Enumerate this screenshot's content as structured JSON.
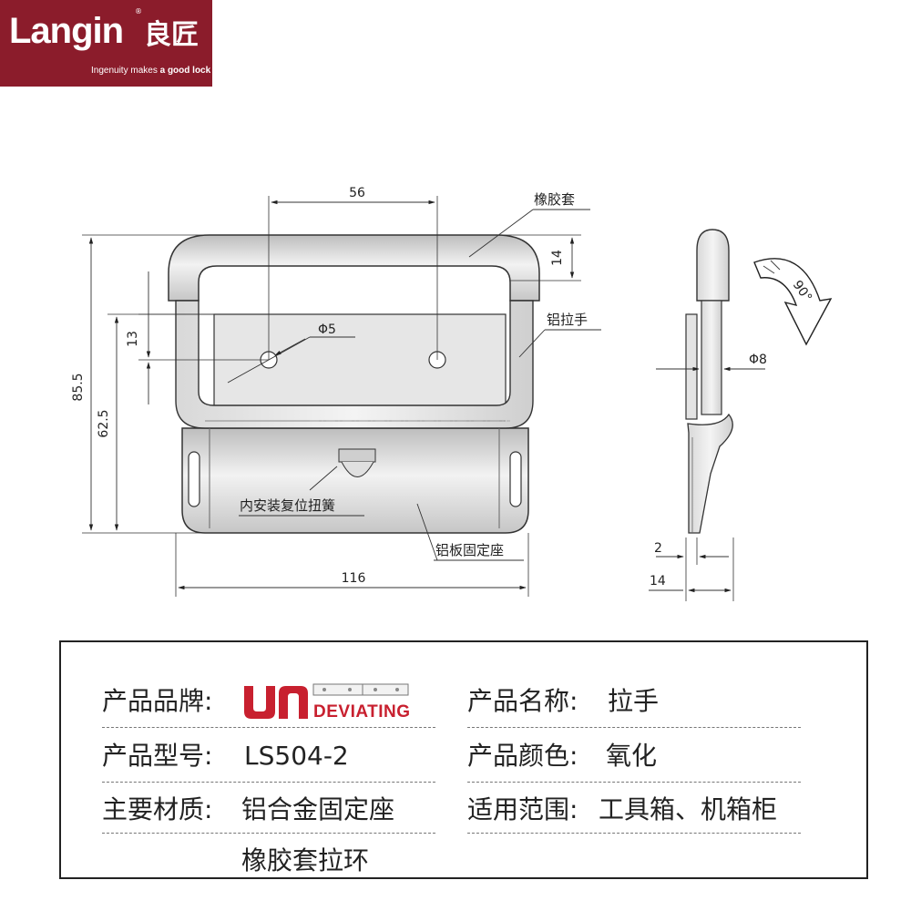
{
  "logo": {
    "brand": "Langin",
    "brand_cn": "良匠",
    "reg_mark": "®",
    "tagline_pre": "Ingenuity makes ",
    "tagline_bold": "a good lock"
  },
  "drawing": {
    "dim_56": "56",
    "dim_14_top": "14",
    "dim_13": "13",
    "dim_phi5": "Φ5",
    "dim_85_5": "85.5",
    "dim_62_5": "62.5",
    "dim_116": "116",
    "dim_phi8": "Φ8",
    "dim_2": "2",
    "dim_14_side": "14",
    "dim_90": "90°",
    "label_rubber": "橡胶套",
    "label_handle": "铝拉手",
    "label_spring": "内安装复位扭簧",
    "label_base": "铝板固定座"
  },
  "specs": {
    "brand_label": "产品品牌:",
    "brand_value": "DEVIATING",
    "model_label": "产品型号:",
    "model_value": "LS504-2",
    "material_label": "主要材质:",
    "material_value_1": "铝合金固定座",
    "material_value_2": "橡胶套拉环",
    "name_label": "产品名称:",
    "name_value": "拉手",
    "color_label": "产品颜色:",
    "color_value": "氧化",
    "scope_label": "适用范围:",
    "scope_value": "工具箱、机箱柜"
  },
  "colors": {
    "logo_bg": "#8b1c2b",
    "brand_red": "#c8202f"
  }
}
